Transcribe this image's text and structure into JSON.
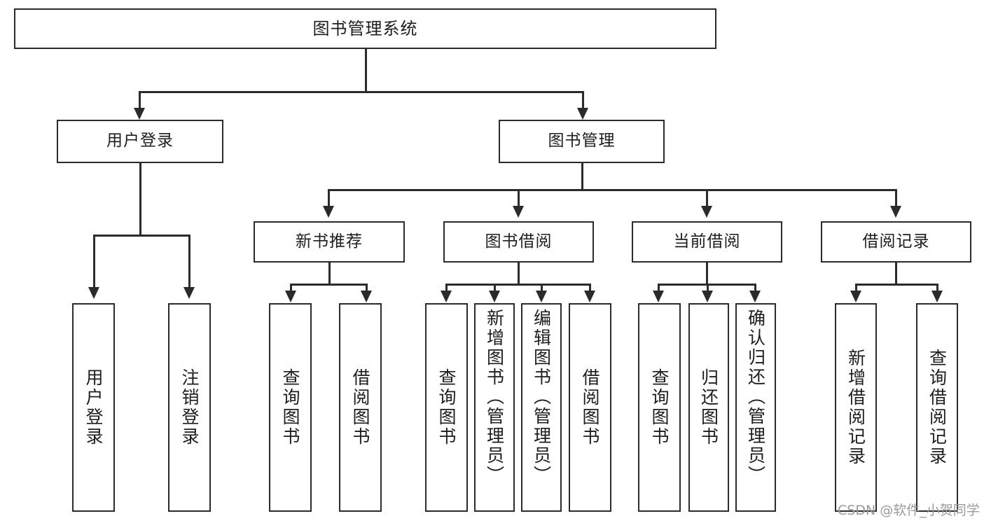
{
  "diagram": {
    "type": "tree-hierarchy",
    "title": "图书管理系统",
    "watermark": "CSDN @软件_小贺同学",
    "colors": {
      "stroke": "#2b2b2b",
      "fill": "#ffffff",
      "text": "#1d1d1d",
      "watermark": "#9a9a9a"
    },
    "levels": {
      "root": {
        "label": "图书管理系统"
      },
      "level2": [
        {
          "id": "user-login",
          "label": "用户登录"
        },
        {
          "id": "book-management",
          "label": "图书管理"
        }
      ],
      "level3": [
        {
          "id": "new-book-recommend",
          "label": "新书推荐",
          "parent": "book-management"
        },
        {
          "id": "book-borrow",
          "label": "图书借阅",
          "parent": "book-management"
        },
        {
          "id": "current-borrow",
          "label": "当前借阅",
          "parent": "book-management"
        },
        {
          "id": "borrow-record",
          "label": "借阅记录",
          "parent": "book-management"
        }
      ],
      "leaves": {
        "user-login": [
          {
            "id": "leaf-user-login",
            "label": "用户登录"
          },
          {
            "id": "leaf-user-logout",
            "label": "注销登录"
          }
        ],
        "new-book-recommend": [
          {
            "id": "leaf-query-book-1",
            "label": "查询图书"
          },
          {
            "id": "leaf-borrow-book-1",
            "label": "借阅图书"
          }
        ],
        "book-borrow": [
          {
            "id": "leaf-query-book-2",
            "label": "查询图书"
          },
          {
            "id": "leaf-add-book",
            "label": "新增图书（管理员）"
          },
          {
            "id": "leaf-edit-book",
            "label": "编辑图书（管理员）"
          },
          {
            "id": "leaf-borrow-book-2",
            "label": "借阅图书"
          }
        ],
        "current-borrow": [
          {
            "id": "leaf-query-book-3",
            "label": "查询图书"
          },
          {
            "id": "leaf-return-book",
            "label": "归还图书"
          },
          {
            "id": "leaf-confirm-return",
            "label": "确认归还（管理员）"
          }
        ],
        "borrow-record": [
          {
            "id": "leaf-add-record",
            "label": "新增借阅记录"
          },
          {
            "id": "leaf-query-record",
            "label": "查询借阅记录"
          }
        ]
      }
    }
  }
}
